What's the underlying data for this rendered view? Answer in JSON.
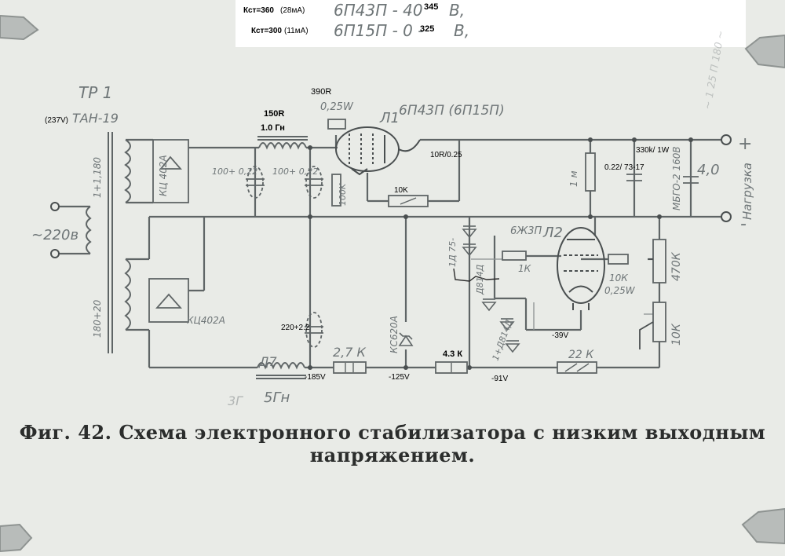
{
  "header": {
    "kst1_label": "Кст=360",
    "kst1_current": "(28мА)",
    "kst1_tube": "6П43П - 40",
    "kst1_value": "345",
    "kst1_unit": "В,",
    "kst2_label": "Кст=300",
    "kst2_current": "(11мА)",
    "kst2_tube": "6П15П - 0 -",
    "kst2_value": "325",
    "kst2_unit": "В,"
  },
  "labels": {
    "tr1": "ТР 1",
    "tr1_voltage": "(237V)",
    "tr1_model": "ТАН-19",
    "primary": "~220в",
    "secondary_top": "1+1,180",
    "secondary_bottom": "180+20",
    "bridge_top": "КЦ 402А",
    "bridge_bottom": "КЦ402А",
    "choke1_r": "150R",
    "choke1_l": "1.0 Гн",
    "cap1": "100+ 0,22",
    "cap2": "100+ 0,22",
    "res_390_typed": "390R",
    "res_390_hw": "0,25W",
    "tube1_ref": "Л1",
    "tube1_model": "6П43П (6П15П)",
    "res_10r": "10R/0.25",
    "res_10k_typed": "10K",
    "res_100k": "100K",
    "res_1m": "1 м",
    "cap_022": "0.22/ 73-17",
    "res_330k": "330k/ 1W",
    "cap_mbgo": "МБГО-2 160В",
    "cap_4": "4,0",
    "load": "Нагрузка",
    "plus": "+",
    "minus": "-",
    "tube2_ref": "Л2",
    "tube2_model": "6Ж3П",
    "res_1k": "1К",
    "res_10k_grid": "10К",
    "res_10k_grid_w": "0,25W",
    "pot_470k": "470К",
    "pot_10k": "10К",
    "zener_top": "Д814Д",
    "zener_mid": "1+Д814Д",
    "zener_top_hw": "1Д 75-",
    "v_39": "-39V",
    "v_185": "-185V",
    "v_125": "-125V",
    "v_91": "-91V",
    "cap_220": "220+2.2",
    "choke2_ref": "Д7",
    "choke2_l": "5Гн",
    "choke2_extra": "3Г",
    "res_27k": "2,7 К",
    "stab_kc": "КС620А",
    "res_43": "4.3 К",
    "res_22": "22 К"
  },
  "caption": {
    "line1": "Фиг. 42. Схема электронного стабилизатора с низким выходным",
    "line2": "напряжением."
  },
  "colors": {
    "paper": "#e9ebe7",
    "ink": "#5f6566",
    "ink_dark": "#3a3f40",
    "typed": "#000000",
    "clip": "#9ea3a1"
  }
}
